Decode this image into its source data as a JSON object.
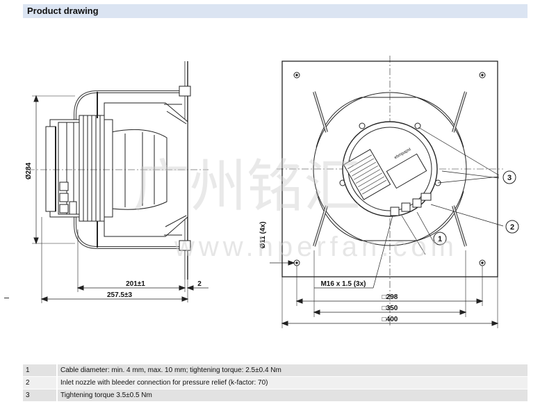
{
  "header": {
    "title": "Product drawing"
  },
  "side_view": {
    "diameter_label": "Ø284",
    "dim_201": "201±1",
    "dim_2": "2",
    "dim_257": "257.5±3"
  },
  "front_view": {
    "hole_label": "Ø11 (4x)",
    "thread_label": "M16 x 1.5 (3x)",
    "sq_298": "□298",
    "sq_350": "□350",
    "sq_400": "□400",
    "callout_1": "1",
    "callout_2": "2",
    "callout_3": "3",
    "brand_text": "ebmpapst"
  },
  "watermark": {
    "cn": "广州铭汇",
    "url": "www.hperfan.com"
  },
  "notes": [
    {
      "num": "1",
      "text": "Cable diameter: min. 4 mm, max. 10 mm; tightening torque: 2.5±0.4 Nm"
    },
    {
      "num": "2",
      "text": "Inlet nozzle with bleeder connection for pressure relief (k-factor: 70)"
    },
    {
      "num": "3",
      "text": "Tightening torque 3.5±0.5 Nm"
    }
  ]
}
